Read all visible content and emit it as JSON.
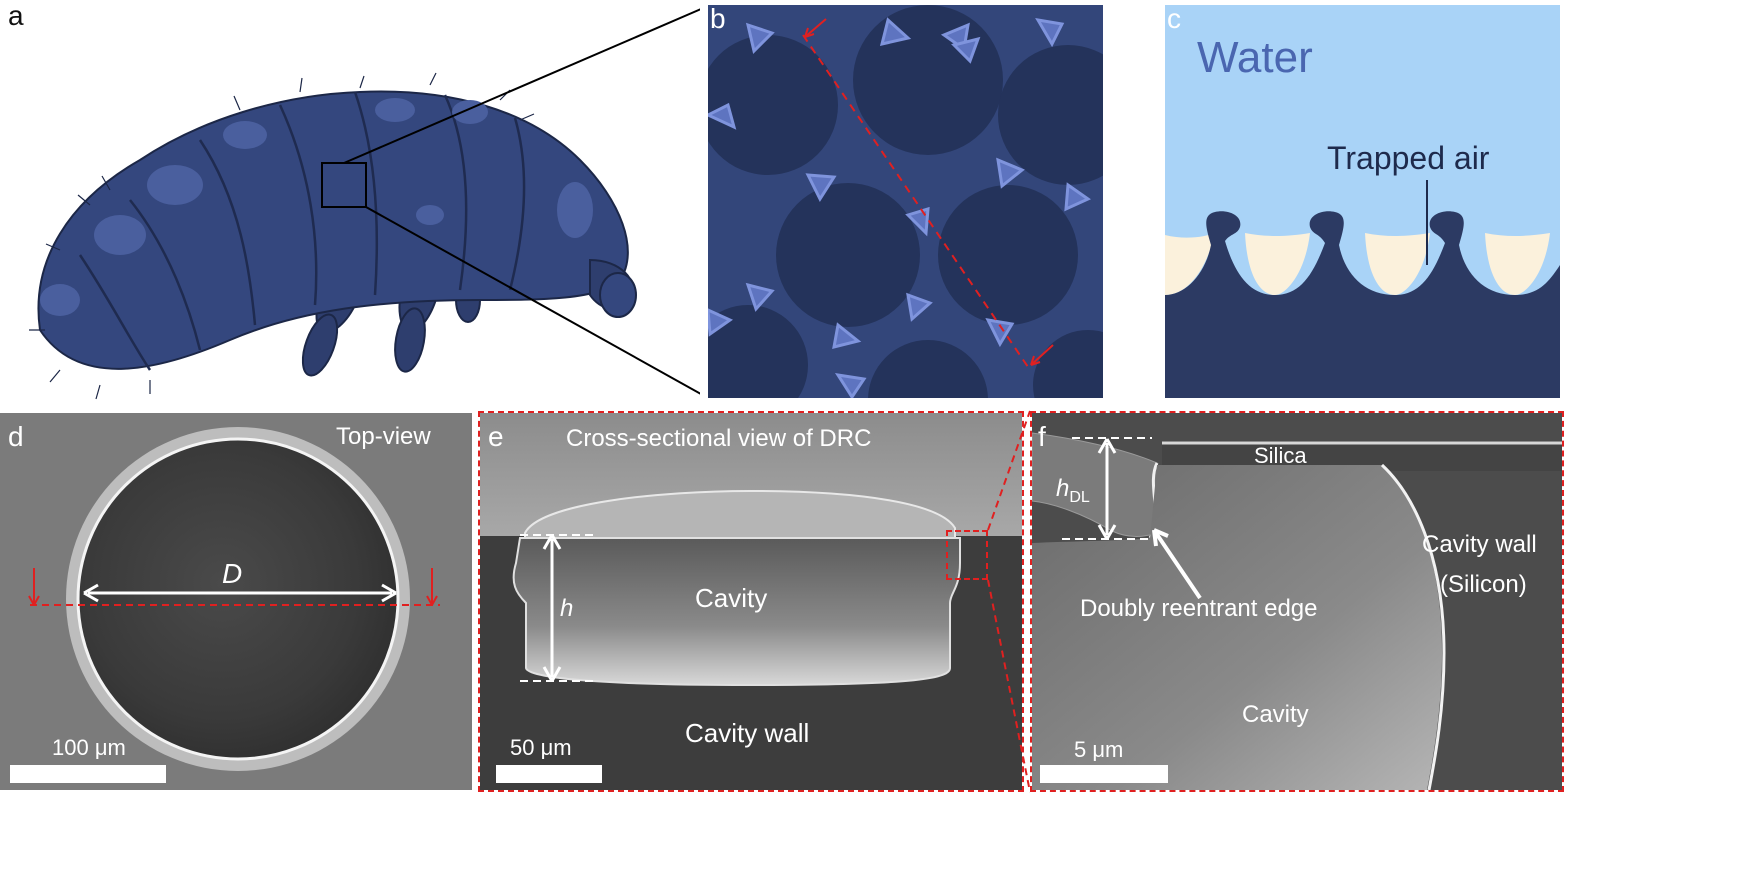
{
  "panels": {
    "a": {
      "label": "a"
    },
    "b": {
      "label": "b"
    },
    "c": {
      "label": "c",
      "water": "Water",
      "trapped_air": "Trapped air"
    },
    "d": {
      "label": "d",
      "view": "Top-view",
      "diameter": "D",
      "scale": "100 μm"
    },
    "e": {
      "label": "e",
      "title": "Cross-sectional view of DRC",
      "height": "h",
      "cavity": "Cavity",
      "cavity_wall": "Cavity wall",
      "scale": "50 μm"
    },
    "f": {
      "label": "f",
      "silica": "Silica",
      "hdl_main": "h",
      "hdl_sub": "DL",
      "edge": "Doubly reentrant edge",
      "cavity_wall": "Cavity wall",
      "silicon": "(Silicon)",
      "cavity": "Cavity",
      "scale": "5 μm"
    }
  },
  "colors": {
    "navy": "#2c3a63",
    "deep_navy": "#1e2a4c",
    "accent_blue": "#6a80cf",
    "water": "#a9d3f7",
    "air": "#fbf1dc",
    "marker_red": "#e02020"
  }
}
